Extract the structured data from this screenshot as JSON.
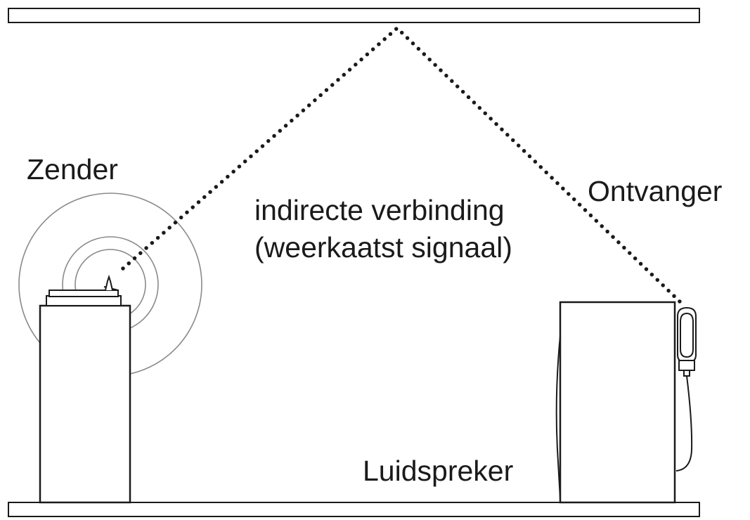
{
  "labels": {
    "transmitter": "Zender",
    "receiver": "Ontvanger",
    "path_line1": "indirecte verbinding",
    "path_line2": "(weerkaatst signaal)",
    "speaker": "Luidspreker"
  },
  "colors": {
    "stroke": "#1a1a1a",
    "ring": "#8a8a8a",
    "background": "#ffffff"
  }
}
